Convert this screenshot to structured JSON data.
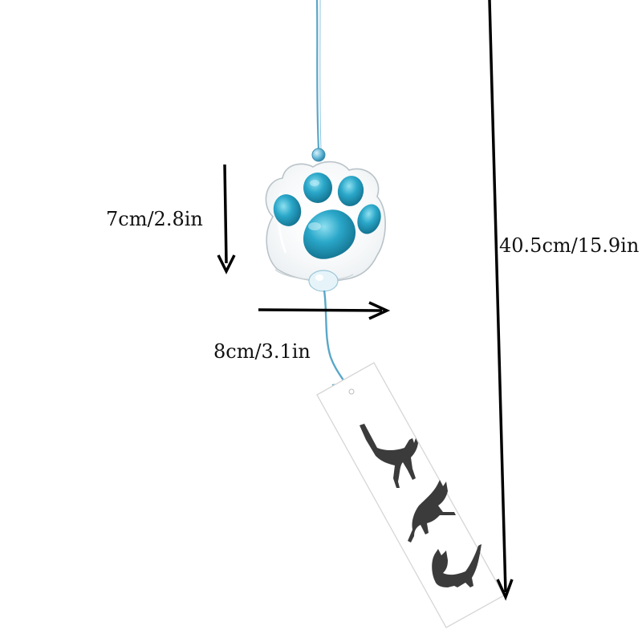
{
  "dimensions": {
    "bell_height": "7cm/2.8in",
    "bell_width": "8cm/3.1in",
    "total_length": "40.5cm/15.9in"
  },
  "colors": {
    "background": "#ffffff",
    "string": "#5aa7c8",
    "paw_pad": "#2aa7c9",
    "glass_outline": "#b9c3c8",
    "arrow": "#000000",
    "strip": "#ffffff",
    "cat_silhouette": "#3b3b3b"
  },
  "icons": [
    "down-arrow-icon",
    "right-arrow-icon",
    "cat-silhouette-icon"
  ]
}
